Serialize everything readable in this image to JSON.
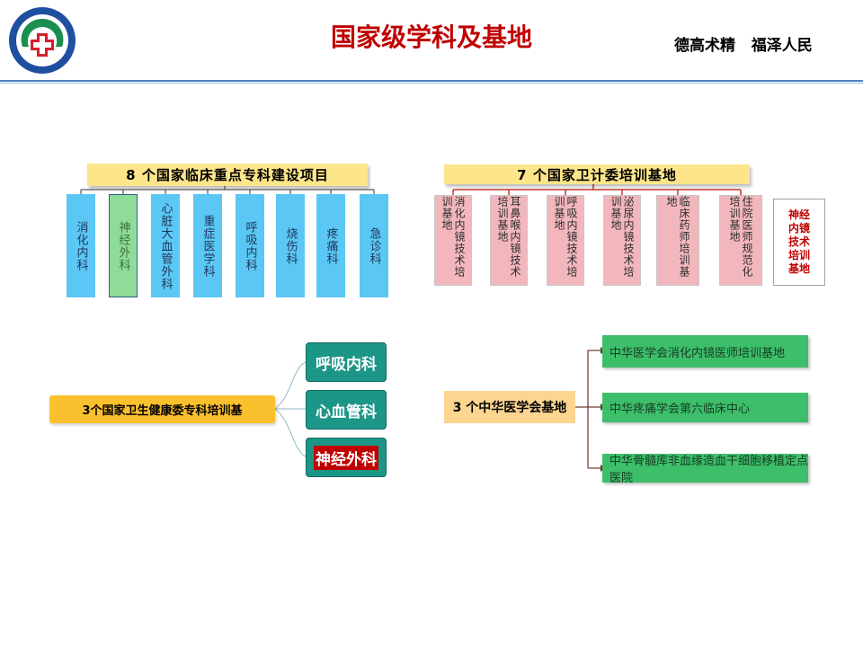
{
  "header": {
    "title": "国家级学科及基地",
    "motto": "德高术精   福泽人民",
    "logo_icon": "hospital-cross-logo-icon"
  },
  "key_specialties": {
    "label": "8  个国家临床重点专科建设项目",
    "items": [
      "消化内科",
      "神经外科",
      "心脏大血管外科",
      "重症医学科",
      "呼吸内科",
      "烧伤科",
      "疼痛科",
      "急诊科"
    ],
    "highlighted_item": "神经外科"
  },
  "health_commission_bases": {
    "label": "7  个国家卫计委培训基地",
    "items": [
      "消化内镜技术培训基地",
      "耳鼻喉内镜技术培训基地",
      "呼吸内镜技术培训基地",
      "泌尿内镜技术培训基地",
      "临床药师培训基地",
      "住院医师规范化培训基地"
    ],
    "extra_item": "神经内镜技术培训基地"
  },
  "specialist_training": {
    "label": "3个国家卫生健康委专科培训基",
    "items": [
      "呼吸内科",
      "心血管科",
      "神经外科"
    ]
  },
  "cma_bases": {
    "label": "3  个中华医学会基地",
    "items": [
      "中华医学会消化内镜医师培训基地",
      "中华疼痛学会第六临床中心",
      "中华骨髓库非血缘造血干细胞移植定点医院"
    ]
  },
  "colors": {
    "title": "#c00000",
    "blue_column": "#5bc7f5",
    "highlight_column": "#8fdc98",
    "pink_column": "#f2b7bd",
    "teal_button": "#1c9687",
    "green_box": "#3dbe6a",
    "yellow_box": "#fbc02d",
    "gold_box": "#fcd590"
  }
}
